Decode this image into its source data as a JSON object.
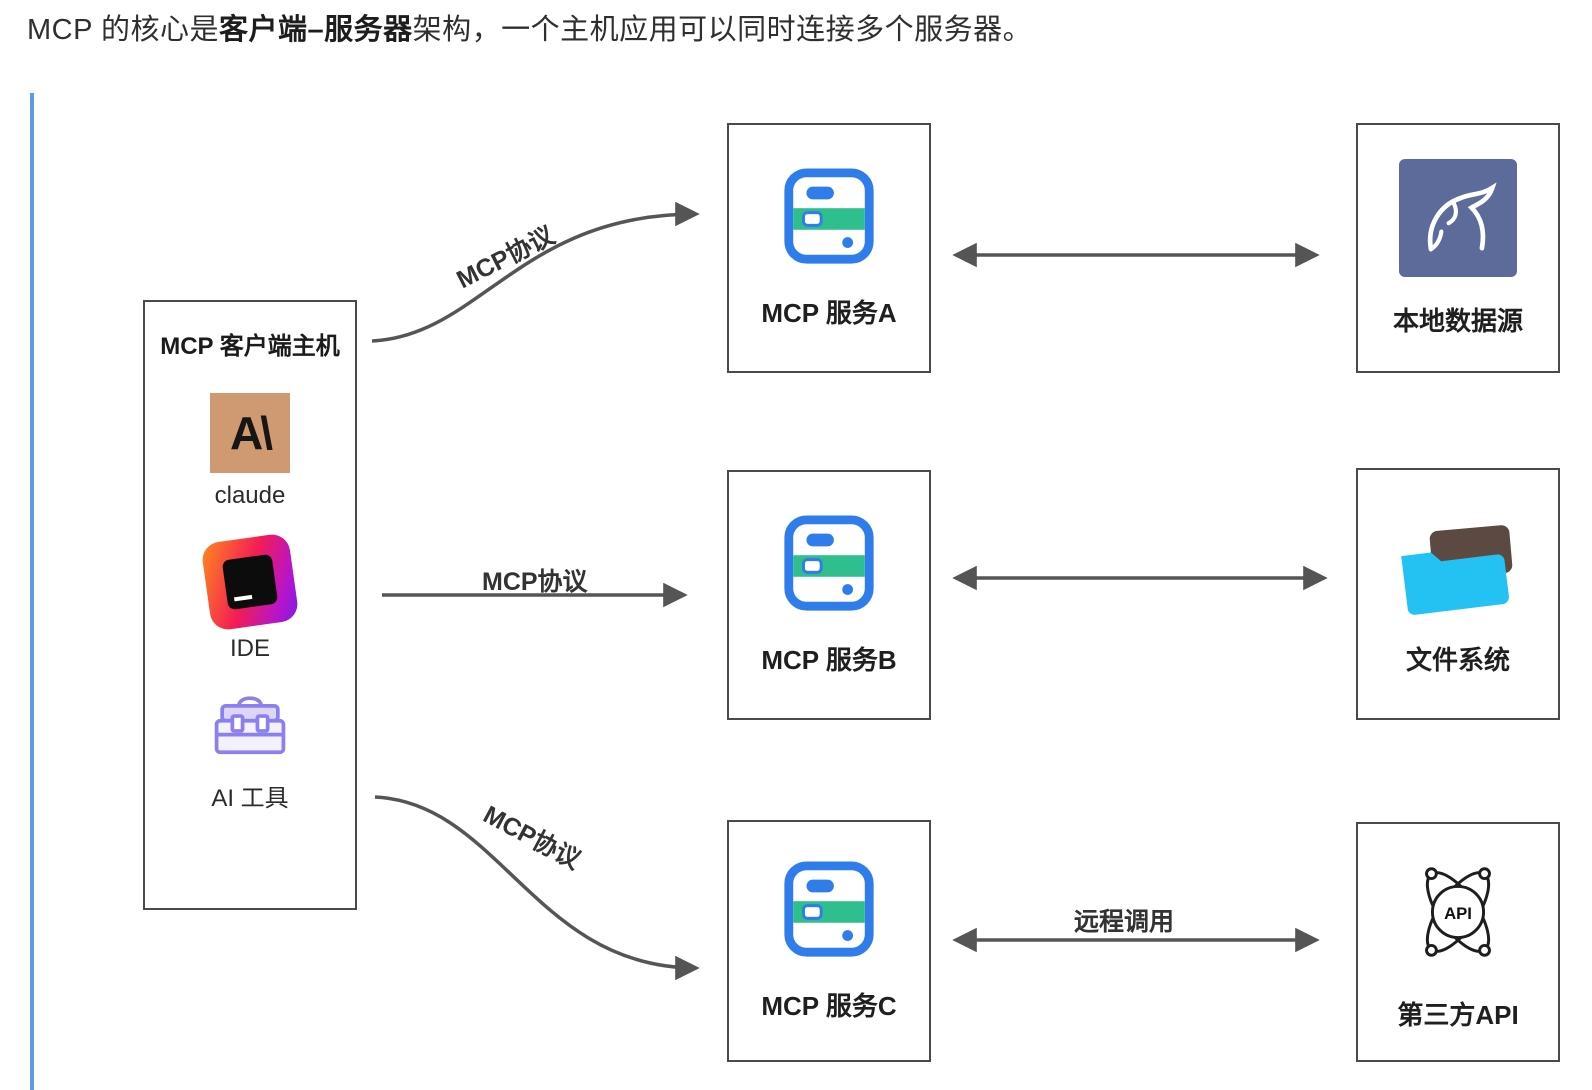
{
  "intro": {
    "prefix": "MCP 的核心是",
    "bold": "客户端–服务器",
    "suffix": "架构，一个主机应用可以同时连接多个服务器。"
  },
  "host": {
    "title": "MCP 客户端主机",
    "apps": [
      {
        "label": "claude",
        "icon": "claude-logo-icon",
        "glyph": "A\\"
      },
      {
        "label": "IDE",
        "icon": "jetbrains-ide-icon"
      },
      {
        "label": "AI 工具",
        "icon": "toolbox-icon"
      }
    ]
  },
  "servers": [
    {
      "label": "MCP 服务A"
    },
    {
      "label": "MCP 服务B"
    },
    {
      "label": "MCP 服务C"
    }
  ],
  "resources": [
    {
      "label": "本地数据源",
      "icon": "mysql-dolphin-icon"
    },
    {
      "label": "文件系统",
      "icon": "folder-icon"
    },
    {
      "label": "第三方API",
      "icon": "api-globe-icon",
      "icon_text": "API"
    }
  ],
  "edges": {
    "host_to_a": "MCP协议",
    "host_to_b": "MCP协议",
    "host_to_c": "MCP协议",
    "c_to_api": "远程调用"
  },
  "colors": {
    "server_blue": "#2f7ceb",
    "server_green": "#2fbf8f",
    "arrow_gray": "#555555",
    "accent_line": "#5e9ce6",
    "mysql_blue": "#5d6b9b",
    "folder_cyan": "#24c2f2",
    "claude_tan": "#cf9a71"
  }
}
